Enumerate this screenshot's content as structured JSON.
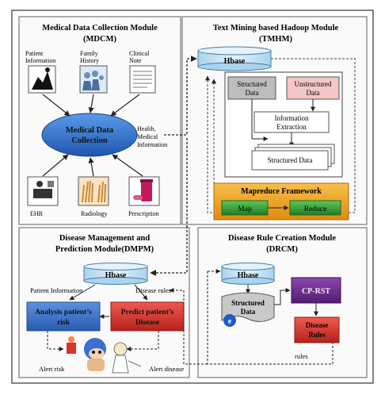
{
  "colors": {
    "db_fill": "#c9e6f7",
    "ellipse_fill": "#2f6fd0",
    "analysis_fill": "#3a72c8",
    "predict_fill": "#d8332c",
    "cprst_fill": "#6a2a8a",
    "rules_fill": "#d8332c",
    "map_green": "#2f9a32",
    "mapreduce_orange": "#f2a020",
    "structured_gray": "#bdbdbd",
    "unstructured_pink": "#f4c6c6"
  },
  "mdcm": {
    "title_line1": "Medical Data Collection Module",
    "title_line2": "(MDCM)",
    "inputs": {
      "patient_info": [
        "Patient",
        "Information"
      ],
      "family_history": [
        "Family",
        "History"
      ],
      "clinical_note": [
        "Clinical",
        "Note"
      ]
    },
    "center_label": [
      "Medical Data",
      "Collection"
    ],
    "sources": {
      "ehr": "EHR",
      "radiology": "Radiology",
      "prescription": "Prescription"
    },
    "side_label": [
      "Health,",
      "Medical",
      "Information"
    ]
  },
  "tmhm": {
    "title_line1": "Text Mining  based Hadoop Module",
    "title_line2": "(TMHM)",
    "hbase": "Hbase",
    "structured": [
      "Structured",
      "Data"
    ],
    "unstructured": [
      "Unstructured",
      "Data"
    ],
    "extraction": [
      "Information",
      "Extraction"
    ],
    "structured_out": "Structured Data",
    "mapreduce_title": "Mapreduce Framework",
    "map": "Map",
    "reduce": "Reduce"
  },
  "dmpm": {
    "title_line1": "Disease Management and",
    "title_line2": "Prediction Module(DMPM)",
    "hbase": "Hbase",
    "patient_information": "Patient Information",
    "disease_rules": "Disease rules",
    "analysis": [
      "Analysis patient’s",
      "risk"
    ],
    "predict": [
      "Predict patient’s",
      "Disease"
    ],
    "alert_risk": "Alert risk",
    "alert_disease": "Alert disease"
  },
  "drcm": {
    "title_line1": "Disease Rule Creation Module",
    "title_line2": "(DRCM)",
    "hbase": "Hbase",
    "structured": [
      "Structured",
      "Data"
    ],
    "cprst": "CP-RST",
    "disease_rules": [
      "Disease",
      "Rules"
    ],
    "rules": "rules"
  }
}
